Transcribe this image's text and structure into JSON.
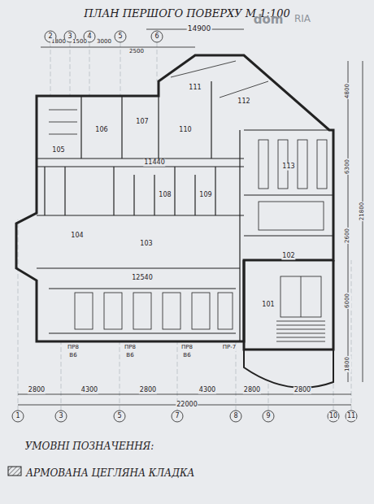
{
  "diagram": {
    "title": "ПЛАН ПЕРШОГО ПОВЕРХУ М 1:100",
    "labels": [
      "dom",
      "RIA",
      "1800",
      "1500",
      "3000",
      "2500",
      "14900",
      "2",
      "3",
      "4",
      "5",
      "6",
      "101",
      "102",
      "103",
      "104",
      "105",
      "106",
      "107",
      "108",
      "109",
      "110",
      "111",
      "112",
      "113",
      "11440",
      "12540",
      "ПР8",
      "В6",
      "ПР8",
      "В6",
      "ПР8",
      "В6",
      "ПР-7",
      "2800",
      "4300",
      "2800",
      "4300",
      "2800",
      "2800",
      "22000",
      "1",
      "3",
      "5",
      "7",
      "8",
      "9",
      "10",
      "11",
      "4800",
      "6300",
      "21800",
      "2600",
      "6000",
      "1800",
      "УМОВНІ ПОЗНАЧЕННЯ:"
    ],
    "legend": [
      {
        "text": "АРМОВАНА ЦЕГЛЯНА КЛАДКА"
      }
    ]
  }
}
